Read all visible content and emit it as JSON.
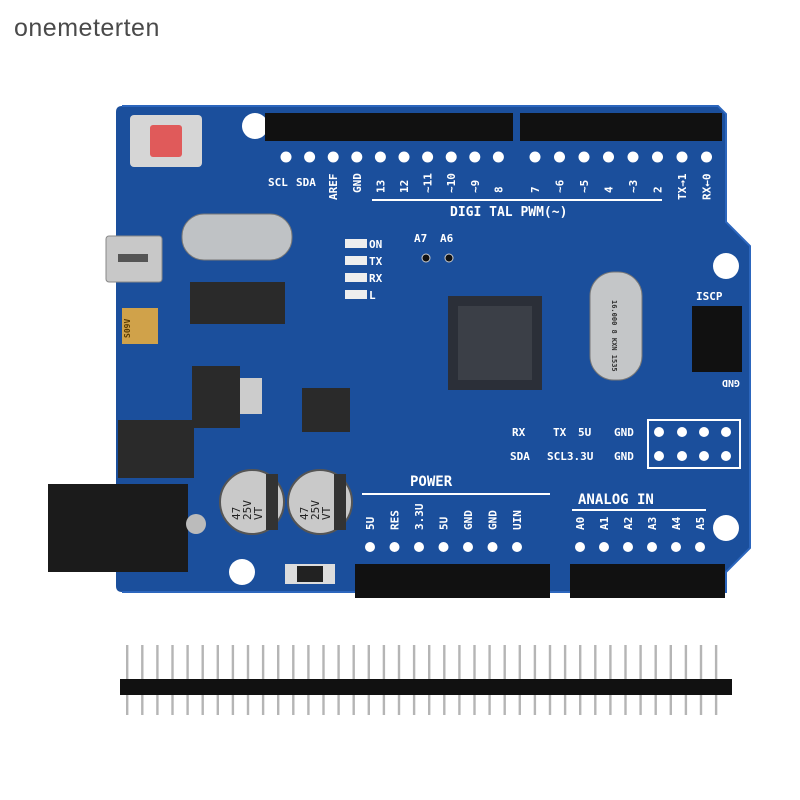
{
  "watermark": "onemeterten",
  "colors": {
    "board": "#1b4f9c",
    "board_dark": "#163f80",
    "header": "#111111",
    "silk": "#ffffff",
    "reset_button": "#e05a5a"
  },
  "board": {
    "digital_labels": [
      "SCL",
      "SDA",
      "AREF",
      "GND",
      "13",
      "12",
      "~11",
      "~10",
      "~9",
      "8",
      "7",
      "~6",
      "~5",
      "4",
      "~3",
      "2",
      "TX→1",
      "RX←0"
    ],
    "digital_title": "DIGI TAL PWM(~)",
    "analog_pins_top": [
      "A7",
      "A6"
    ],
    "leds": [
      "ON",
      "TX",
      "RX",
      "L"
    ],
    "icsp_label": "ISCP",
    "icsp_gnd": "GND",
    "aux_row1": [
      "RX",
      "TX",
      "5U",
      "GND"
    ],
    "aux_row2": [
      "SDA",
      "SCL3.3U",
      "GND"
    ],
    "power_title": "POWER",
    "power_labels": [
      "5U",
      "RES",
      "3.3U",
      "5U",
      "GND",
      "GND",
      "UIN"
    ],
    "analog_title": "ANALOG  IN",
    "analog_labels": [
      "A0",
      "A1",
      "A2",
      "A3",
      "A4",
      "A5"
    ],
    "capacitor_labels": [
      "47 25V VT",
      "47 25V VT"
    ],
    "regulator_label": "S09V",
    "crystal_label": "16.000 8 KXN 1535"
  },
  "pin_header_count": 40
}
